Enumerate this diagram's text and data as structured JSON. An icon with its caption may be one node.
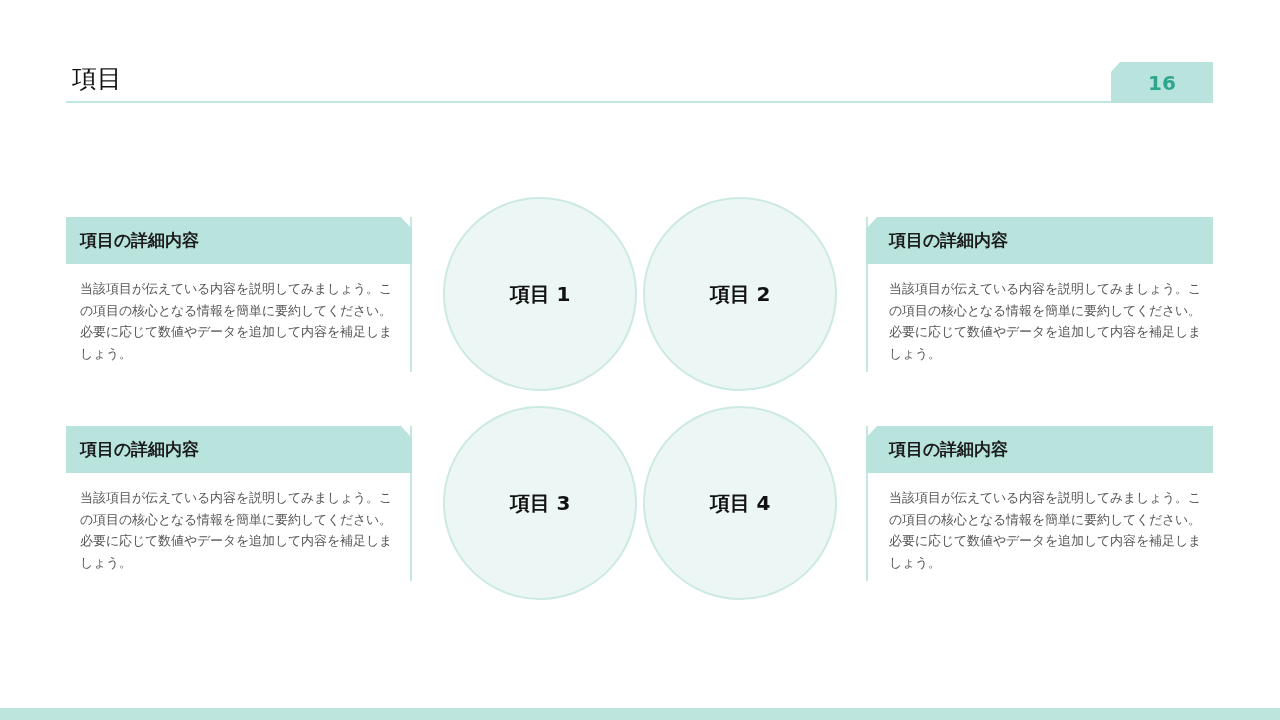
{
  "diagram": {
    "title": "項目",
    "nodes": [
      {
        "text": [
          "16"
        ]
      },
      {
        "text": [
          "項目の詳細内容",
          "当該項目が伝えている内容を説明してみましょう。この項目の核心となる情報を簡単に要約してください。必要に応じて数値やデータを追加して内容を補足しましょう。"
        ]
      },
      {
        "text": [
          "項目 1"
        ]
      },
      {
        "text": [
          "項目 2"
        ]
      },
      {
        "text": [
          "項目の詳細内容",
          "当該項目が伝えている内容を説明してみましょう。この項目の核心となる情報を簡単に要約してください。必要に応じて数値やデータを追加して内容を補足しましょう。"
        ]
      },
      {
        "text": [
          "項目の詳細内容",
          "当該項目が伝えている内容を説明してみましょう。この項目の核心となる情報を簡単に要約してください。必要に応じて数値やデータを追加して内容を補足しましょう。"
        ]
      },
      {
        "text": [
          "項目 3"
        ]
      },
      {
        "text": [
          "項目 4"
        ]
      },
      {
        "text": [
          "項目の詳細内容",
          "当該項目が伝えている内容を説明してみましょう。この項目の核心となる情報を簡単に要約してください。必要に応じて数値やデータを追加して内容を補足しましょう。"
        ]
      }
    ]
  }
}
